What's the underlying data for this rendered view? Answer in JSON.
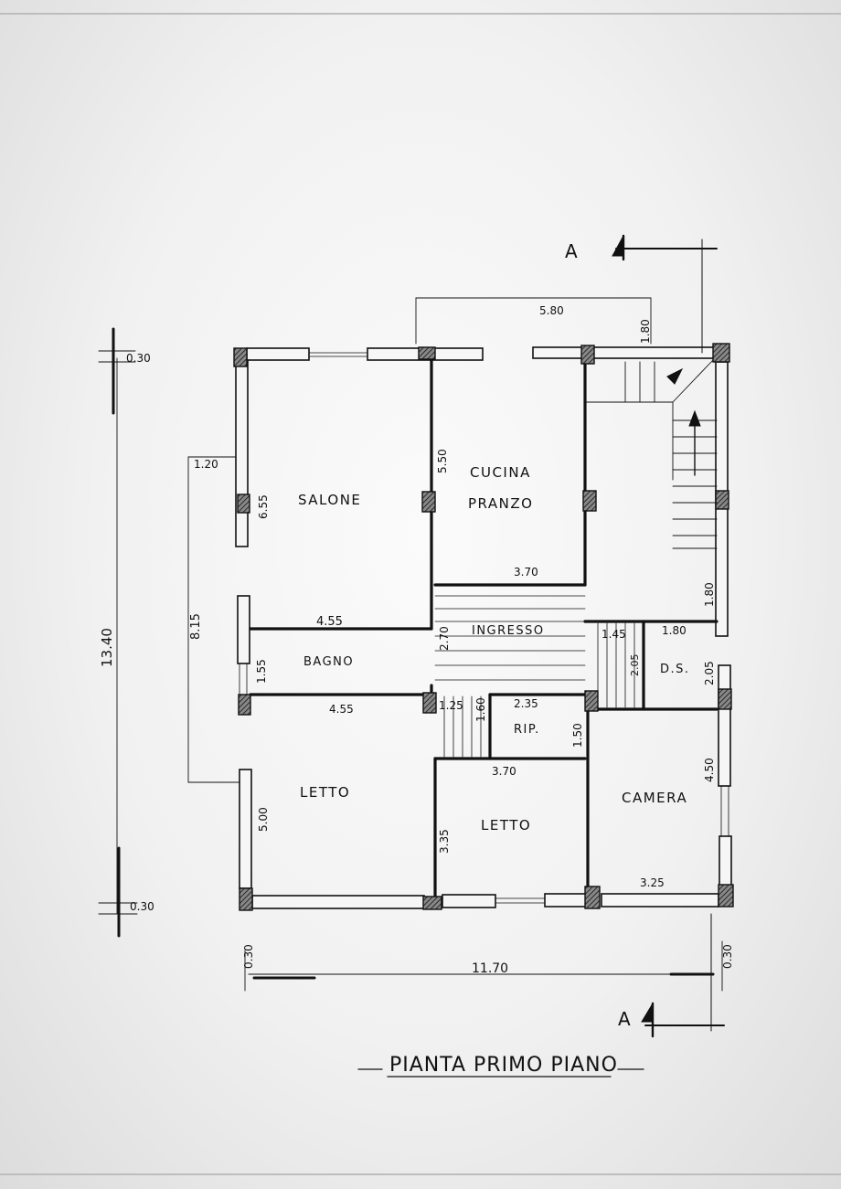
{
  "drawing": {
    "title": "PIANTA PRIMO PIANO",
    "section_mark": "A",
    "rooms": {
      "salone": "SALONE",
      "cucina": "CUCINA",
      "pranzo": "PRANZO",
      "ingresso": "INGRESSO",
      "bagno": "BAGNO",
      "rip": "RIP.",
      "ds": "D.S.",
      "letto_left": "LETTO",
      "letto_mid": "LETTO",
      "camera": "CAMERA"
    },
    "dimensions": {
      "overall_width": "11.70",
      "overall_height": "13.40",
      "side_height": "8.15",
      "offset_1_20": "1.20",
      "wall_top": "0.30",
      "wall_bottom": "0.30",
      "wall_left": "0.30",
      "wall_right": "0.30",
      "top_5_80": "5.80",
      "top_1_80": "1.80",
      "salone_h": "6.55",
      "salone_w": "4.55",
      "cucina_h": "5.50",
      "cucina_w": "3.70",
      "stair_1_80": "1.80",
      "ingresso_h": "2.70",
      "bagno_w": "4.55",
      "bagno_h": "1.55",
      "dim_1_45": "1.45",
      "dim_2_05_a": "2.05",
      "ds_w": "1.80",
      "ds_h": "2.05",
      "dim_1_25": "1.25",
      "dim_1_60": "1.60",
      "rip_w": "2.35",
      "rip_h": "1.50",
      "letto_mid_w": "3.70",
      "letto_mid_h": "3.35",
      "letto_left_h": "5.00",
      "camera_h": "4.50",
      "camera_w": "3.25"
    }
  }
}
